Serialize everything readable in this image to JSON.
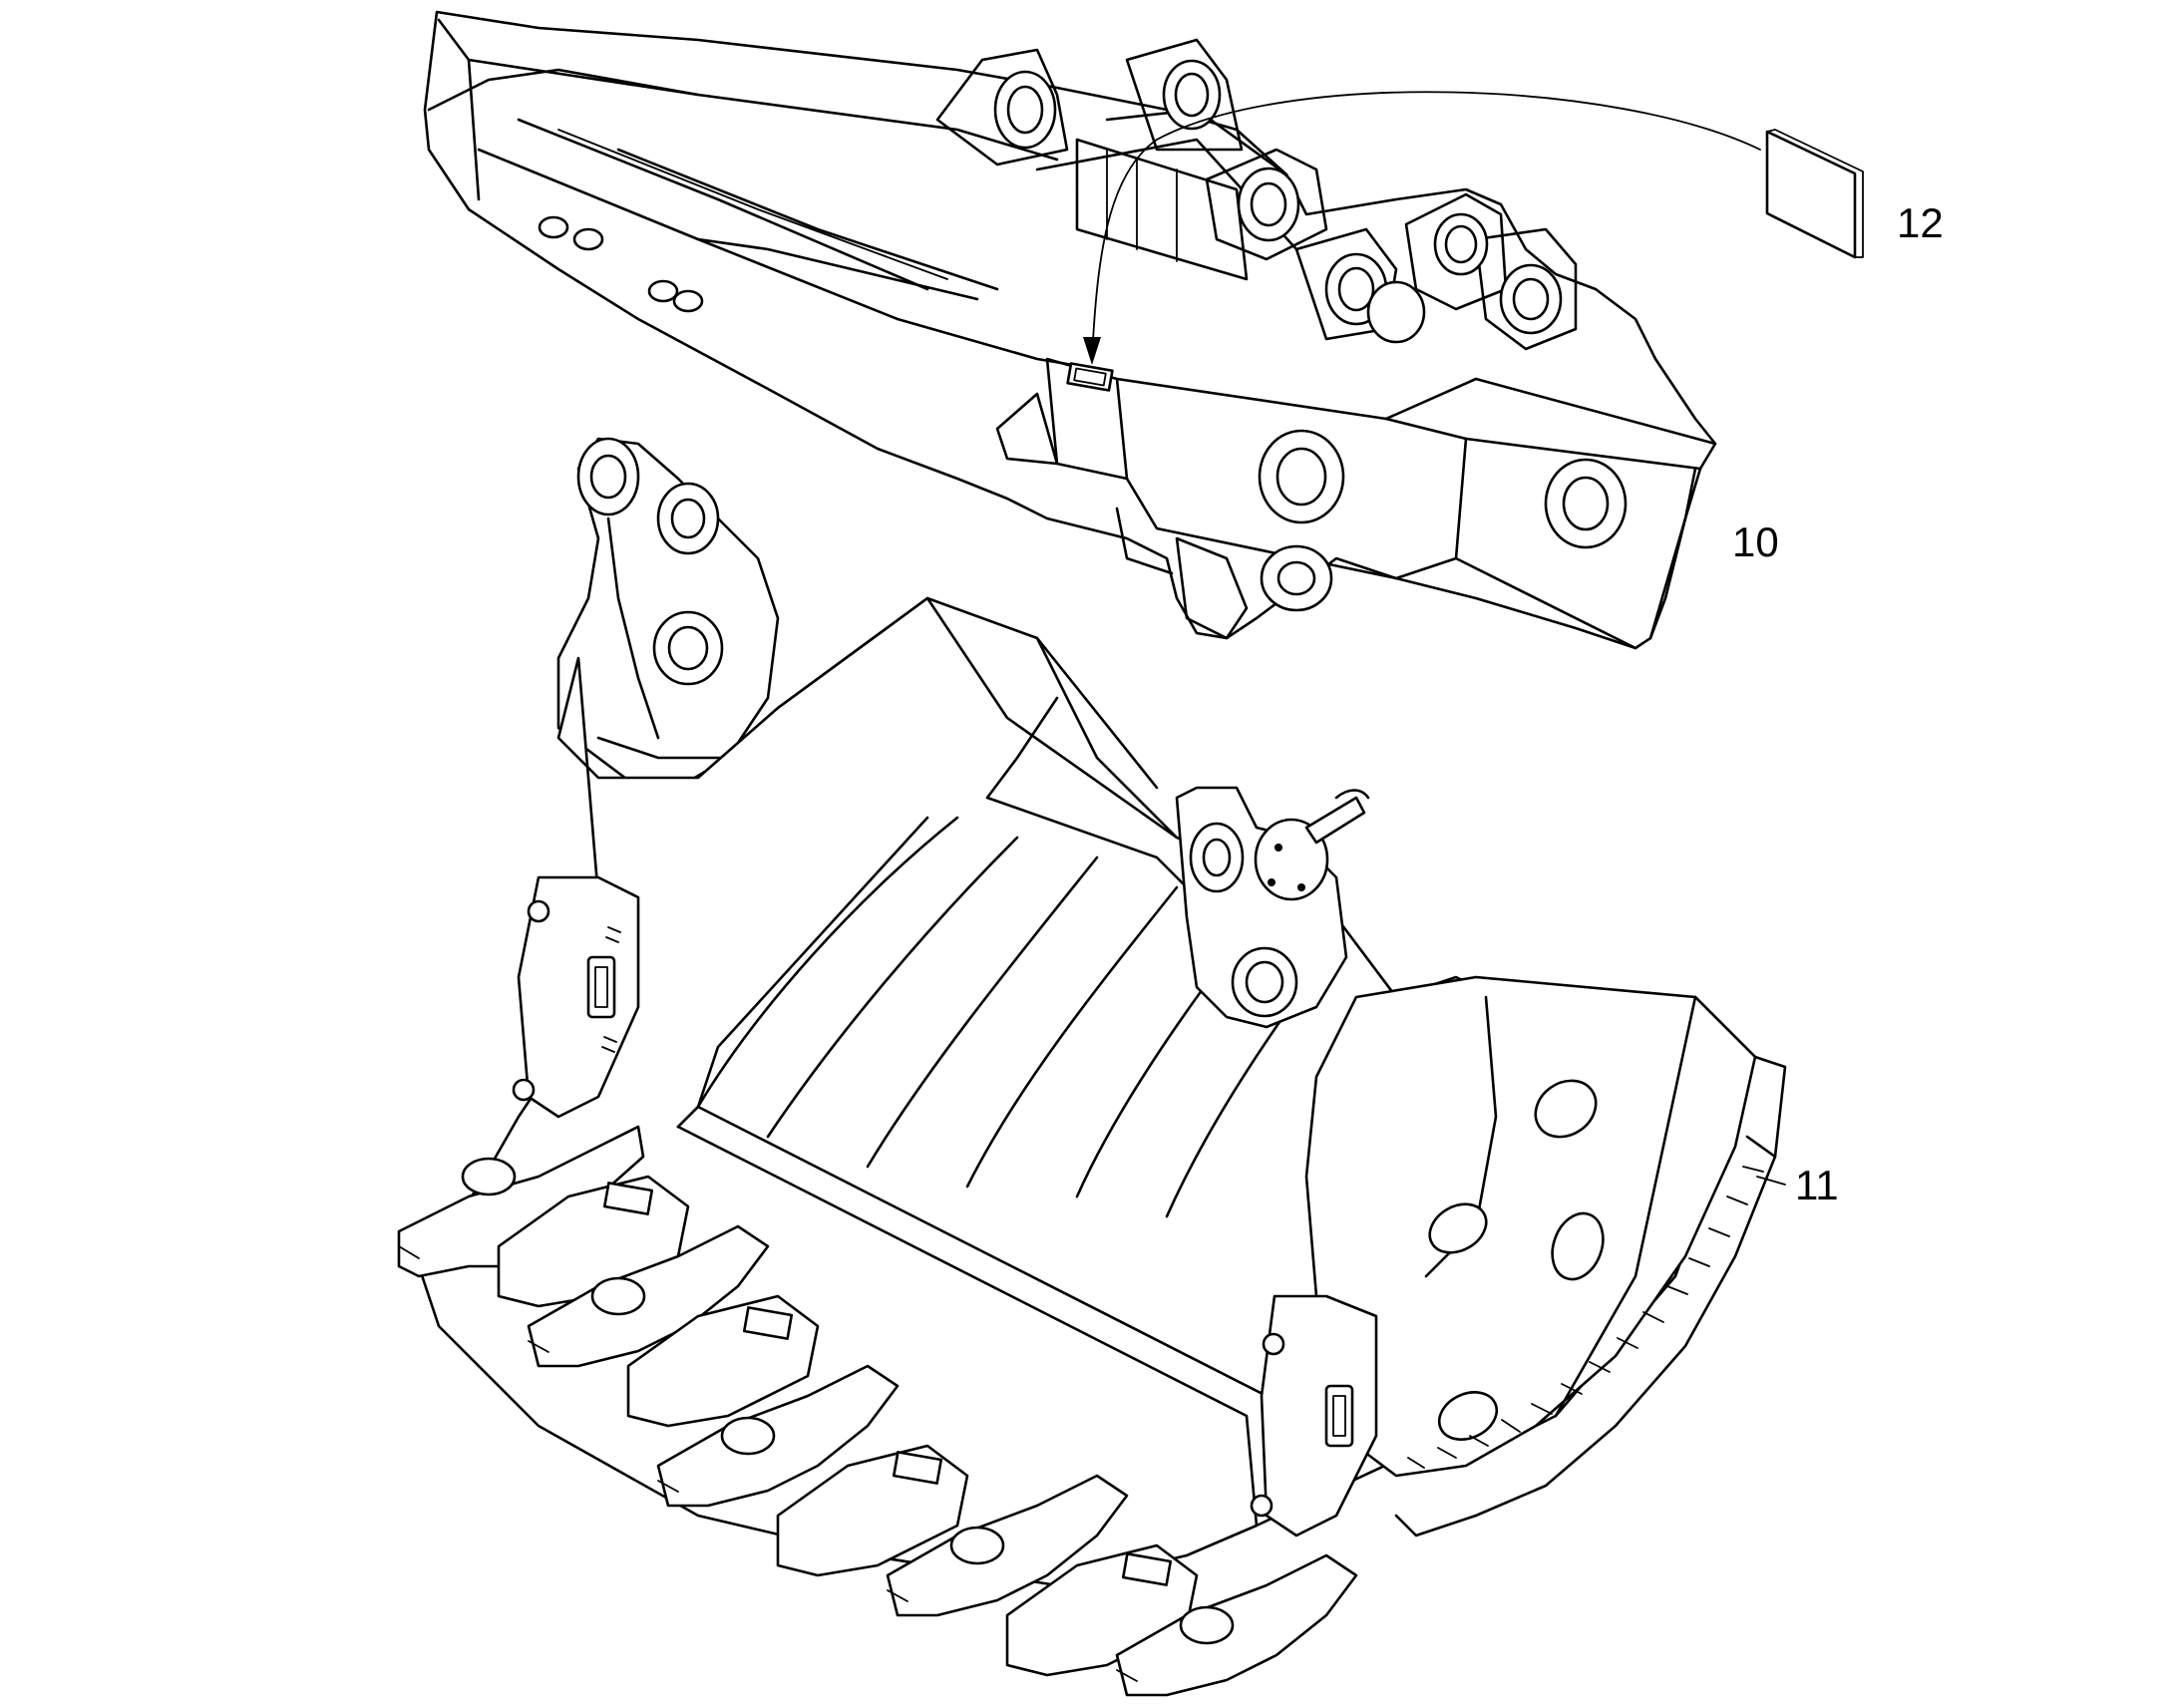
{
  "callouts": {
    "label_10": "10",
    "label_11": "11",
    "label_12": "12"
  },
  "colors": {
    "line": "#000000",
    "background": "#ffffff"
  }
}
